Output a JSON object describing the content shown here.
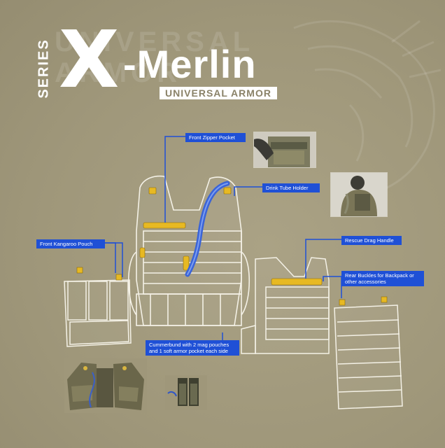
{
  "title": {
    "series_label": "SERIES",
    "x_letter": "X",
    "name": "-Merlin",
    "subtitle": "UNIVERSAL ARMOR",
    "watermark_line1": "UNIVERSAL",
    "watermark_line2": "ARMOR"
  },
  "callouts": {
    "front_zipper_pocket": "Front Zipper Pocket",
    "drink_tube_holder": "Drink Tube Holder",
    "front_kangaroo_pouch": "Front Kangaroo Pouch",
    "rescue_drag_handle": "Rescue Drag Handle",
    "rear_buckles": "Rear Buckles for Backpack or other accessories",
    "cummerbund": "Cummerbund with 2 mag pouches and 1 soft armor pocket each side"
  },
  "colors": {
    "background": "#a39b7e",
    "callout_blue": "#1f50d6",
    "accent_yellow": "#e7b923",
    "outline_white": "#f4f1e6"
  }
}
